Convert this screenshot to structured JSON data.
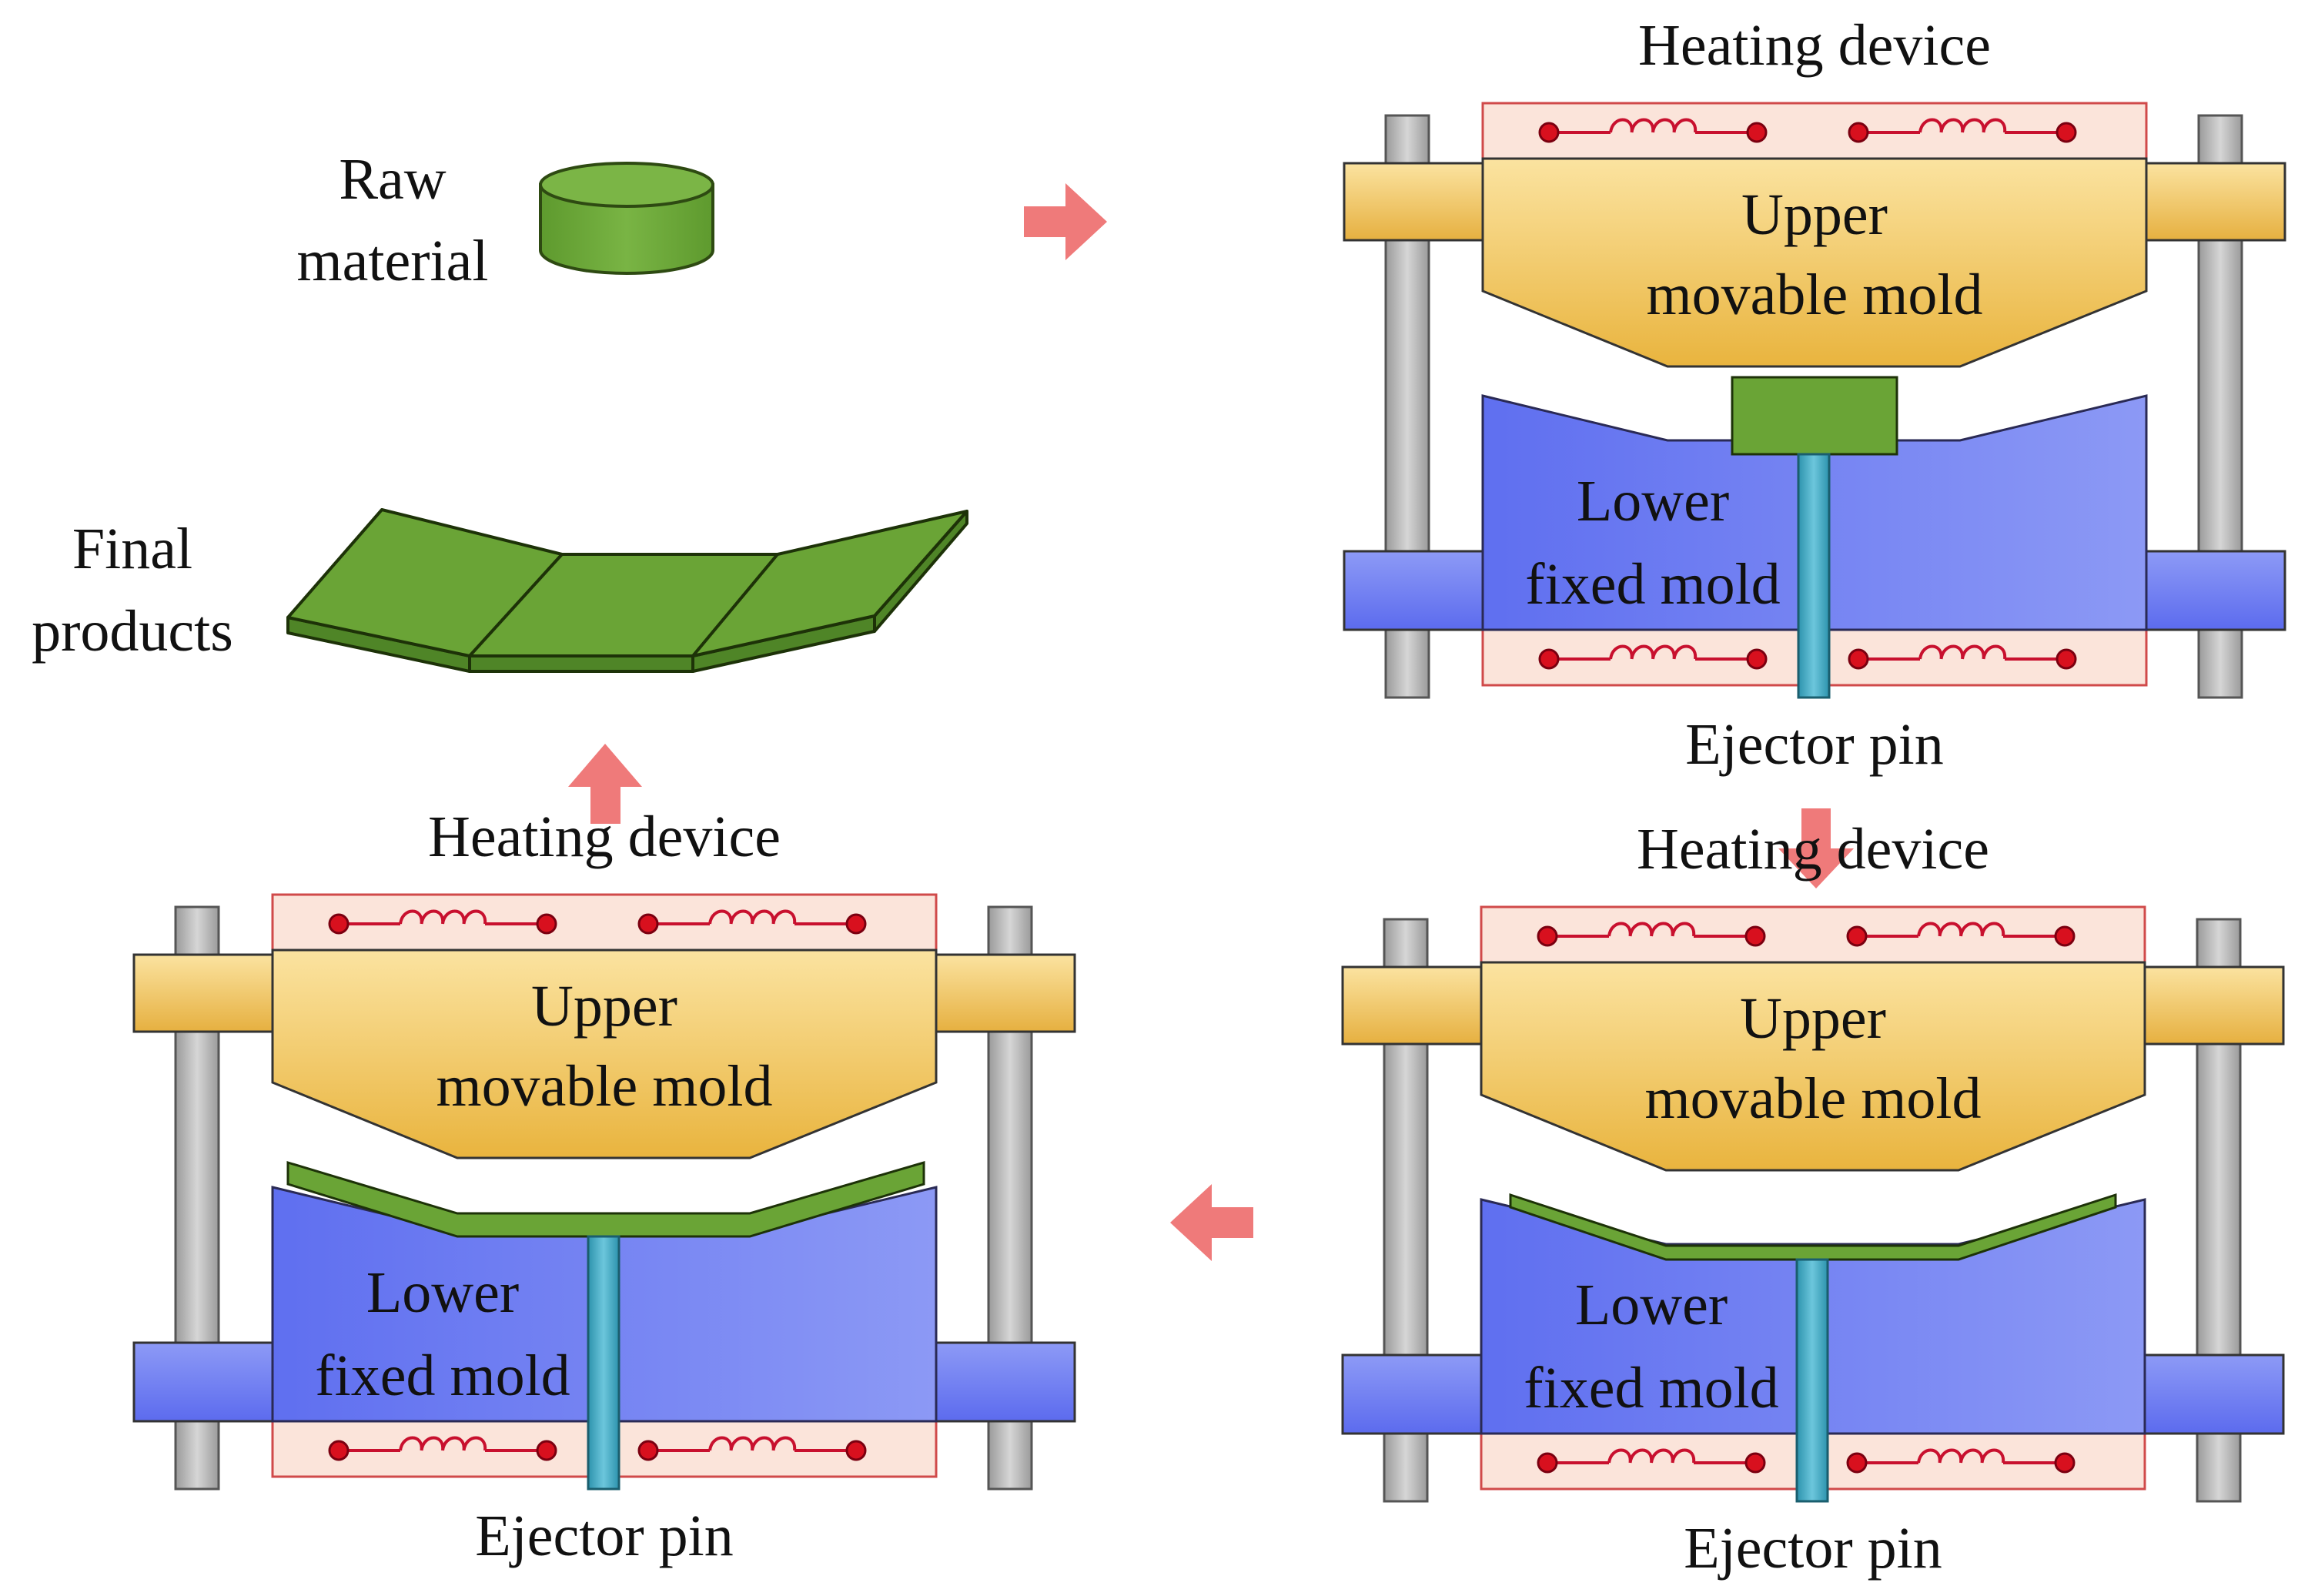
{
  "raw": {
    "line1": "Raw",
    "line2": "material"
  },
  "final": {
    "line1": "Final",
    "line2": "products"
  },
  "panels": [
    {
      "id": "tr",
      "heating_label": "Heating device",
      "upper_line1": "Upper",
      "upper_line2": "movable mold",
      "lower_line1": "Lower",
      "lower_line2": "fixed mold",
      "ejector_label": "Ejector pin"
    },
    {
      "id": "br",
      "heating_label": "Heating device",
      "upper_line1": "Upper",
      "upper_line2": "movable mold",
      "lower_line1": "Lower",
      "lower_line2": "fixed mold",
      "ejector_label": "Ejector pin"
    },
    {
      "id": "bl",
      "heating_label": "Heating device",
      "upper_line1": "Upper",
      "upper_line2": "movable mold",
      "lower_line1": "Lower",
      "lower_line2": "fixed mold",
      "ejector_label": "Ejector pin"
    }
  ],
  "colors": {
    "upper_mold": "#f0c04a",
    "lower_mold": "#6f7ff0",
    "material": "#6aa436",
    "heater_fill": "#fbe4da",
    "heater_border": "#d04a4a",
    "coil": "#c8102e",
    "guide_post": "#c4c4c4",
    "ejector": "#39a8c4",
    "arrow": "#ef7a7a"
  }
}
